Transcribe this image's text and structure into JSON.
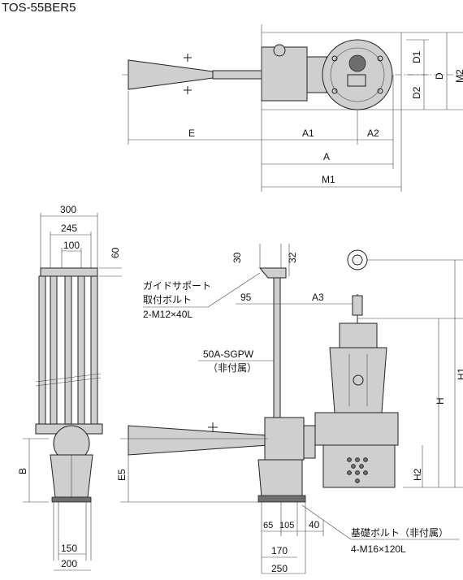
{
  "model": "TOS-55BER5",
  "top_view": {
    "labels": {
      "E": "E",
      "A1": "A1",
      "A2": "A2",
      "A": "A",
      "M1": "M1",
      "D1": "D1",
      "D2": "D2",
      "D": "D",
      "M2": "M2"
    }
  },
  "left_view": {
    "dims": {
      "w300": "300",
      "w245": "245",
      "w100": "100",
      "h60": "60",
      "w150": "150",
      "w200": "200"
    },
    "labels": {
      "B": "B"
    }
  },
  "front_view": {
    "dims": {
      "d30": "30",
      "d32": "32",
      "d95": "95",
      "d65": "65",
      "d105": "105",
      "d40": "40",
      "d170": "170",
      "d250": "250"
    },
    "labels": {
      "A3": "A3",
      "E5": "E5",
      "H": "H",
      "H1": "H1",
      "H2": "H2"
    },
    "notes": {
      "guide_support_1": "ガイドサポート",
      "guide_support_2": "取付ボルト",
      "guide_support_3": "2-M12×40L",
      "pipe_1": "50A-SGPW",
      "pipe_2": "（非付属）",
      "anchor_1": "基礎ボルト（非付属）",
      "anchor_2": "4-M16×120L"
    }
  }
}
